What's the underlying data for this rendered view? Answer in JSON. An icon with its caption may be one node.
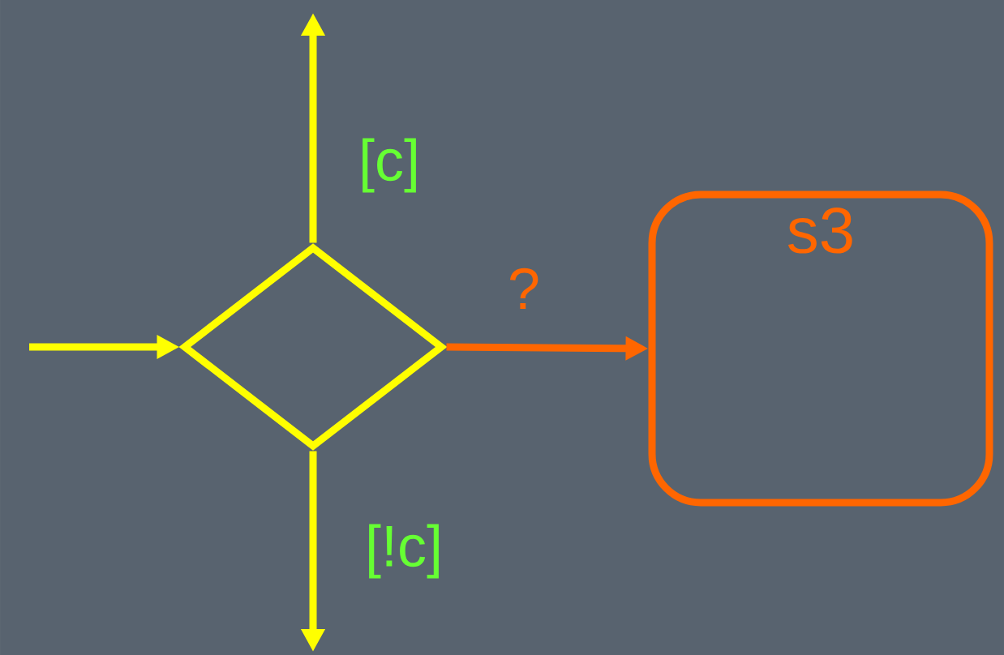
{
  "diagram": {
    "nodes": [
      {
        "text": [],
        "shape": "diamond"
      },
      {
        "text": [
          "s3"
        ]
      }
    ],
    "edges": [
      {
        "from": null,
        "to": 0,
        "arrow": "to"
      },
      {
        "from": 0,
        "to": null,
        "arrow": "to",
        "label": "[c]"
      },
      {
        "from": 0,
        "to": 1,
        "arrow": "to",
        "label": "?",
        "color": "#ff6600"
      },
      {
        "from": 0,
        "to": null,
        "arrow": "to",
        "label": "[!c]"
      }
    ]
  }
}
